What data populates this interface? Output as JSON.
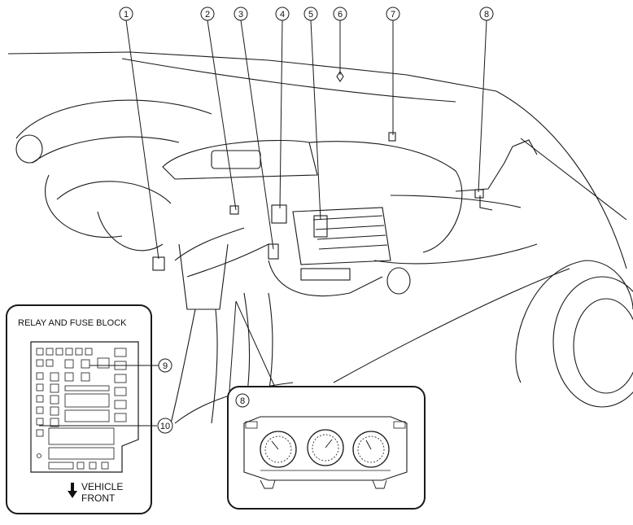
{
  "callouts": [
    {
      "num": "1"
    },
    {
      "num": "2"
    },
    {
      "num": "3"
    },
    {
      "num": "4"
    },
    {
      "num": "5"
    },
    {
      "num": "6"
    },
    {
      "num": "7"
    },
    {
      "num": "8"
    }
  ],
  "relay_inset": {
    "title": "RELAY AND FUSE BLOCK",
    "callout_9": "9",
    "callout_10": "10",
    "direction_label_line1": "VEHICLE",
    "direction_label_line2": "FRONT"
  },
  "climate_inset": {
    "callout": "8"
  },
  "colors": {
    "line": "#1a1a1a",
    "background": "#ffffff"
  },
  "icons": [
    "down-arrow-icon",
    "temperature-dial-icon",
    "fan-dial-icon",
    "mode-dial-icon"
  ]
}
